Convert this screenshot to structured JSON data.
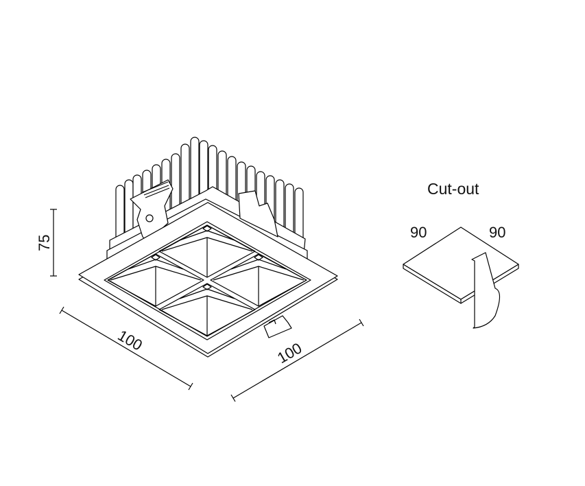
{
  "drawing": {
    "height_label": "75",
    "width_label": "100",
    "depth_label": "100"
  },
  "cutout": {
    "title": "Cut-out",
    "width_label": "90",
    "depth_label": "90"
  },
  "colors": {
    "line": "#000000",
    "background": "#ffffff"
  }
}
